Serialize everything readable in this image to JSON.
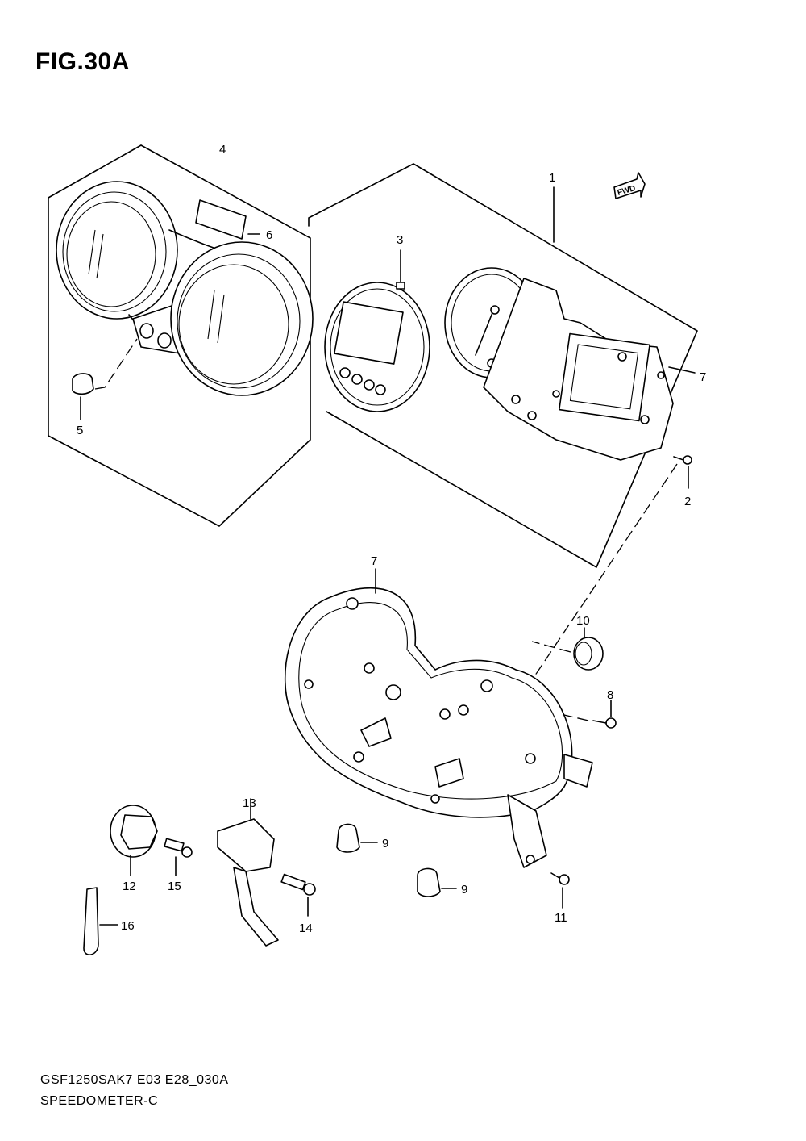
{
  "figure": {
    "title": "FIG.30A",
    "fwd_badge": "FWD"
  },
  "callouts": {
    "p1": "1",
    "p2": "2",
    "p3": "3",
    "p4": "4",
    "p5": "5",
    "p6": "6",
    "p7a": "7",
    "p7b": "7",
    "p8": "8",
    "p9a": "9",
    "p9b": "9",
    "p10": "10",
    "p11": "11",
    "p12": "12",
    "p13": "13",
    "p14": "14",
    "p15": "15",
    "p16": "16"
  },
  "footer": {
    "code": "GSF1250SAK7 E03 E28_030A",
    "name": "SPEEDOMETER-C"
  },
  "icons": [
    "fwd-arrow-icon"
  ]
}
